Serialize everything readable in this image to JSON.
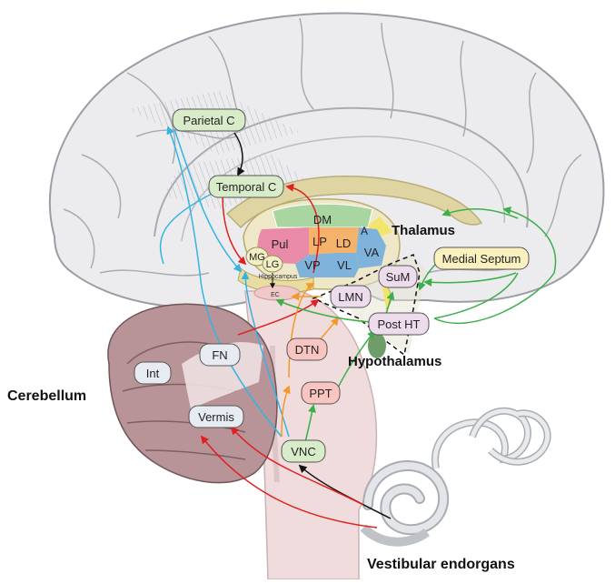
{
  "labels": {
    "parietal": "Parietal C",
    "temporal": "Temporal C",
    "dm": "DM",
    "a": "A",
    "pul": "Pul",
    "lp": "LP",
    "ld": "LD",
    "va": "VA",
    "mg": "MG",
    "lg": "LG",
    "vp": "VP",
    "vl": "VL",
    "hippocampus": "Hippocampus",
    "ec": "EC",
    "thalamus": "Thalamus",
    "medial_septum": "Medial Septum",
    "sum": "SuM",
    "lmn": "LMN",
    "post_ht": "Post HT",
    "hypothalamus": "Hypothalamus",
    "dtn": "DTN",
    "ppt": "PPT",
    "vnc": "VNC",
    "fn": "FN",
    "int": "Int",
    "vermis": "Vermis",
    "cerebellum": "Cerebellum",
    "vestibular": "Vestibular endorgans"
  },
  "colors": {
    "cortex_node": "#d9ecc9",
    "dm": "#a9d5a0",
    "pul": "#e88aa8",
    "lp": "#f4b26a",
    "ld": "#f4b26a",
    "va": "#7fb3dc",
    "vp": "#7fb3dc",
    "vl": "#7fb3dc",
    "a": "#f3e56c",
    "medial_septum": "#fbf1bf",
    "hypo_node": "#eddcec",
    "brainstem_node": "#f8c5c0",
    "cerebellar_node": "#e7ecf3",
    "arrow_cyan": "#35b3e3",
    "arrow_red": "#e02020",
    "arrow_green": "#3cae4a",
    "arrow_orange": "#f39a27",
    "arrow_black": "#111111"
  }
}
